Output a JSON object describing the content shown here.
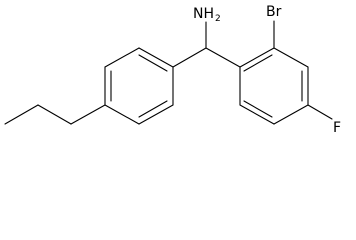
{
  "molecule": {
    "labels": {
      "amine_n": "NH",
      "amine_h_count": "2",
      "bromine": "Br",
      "fluorine": "F"
    }
  }
}
